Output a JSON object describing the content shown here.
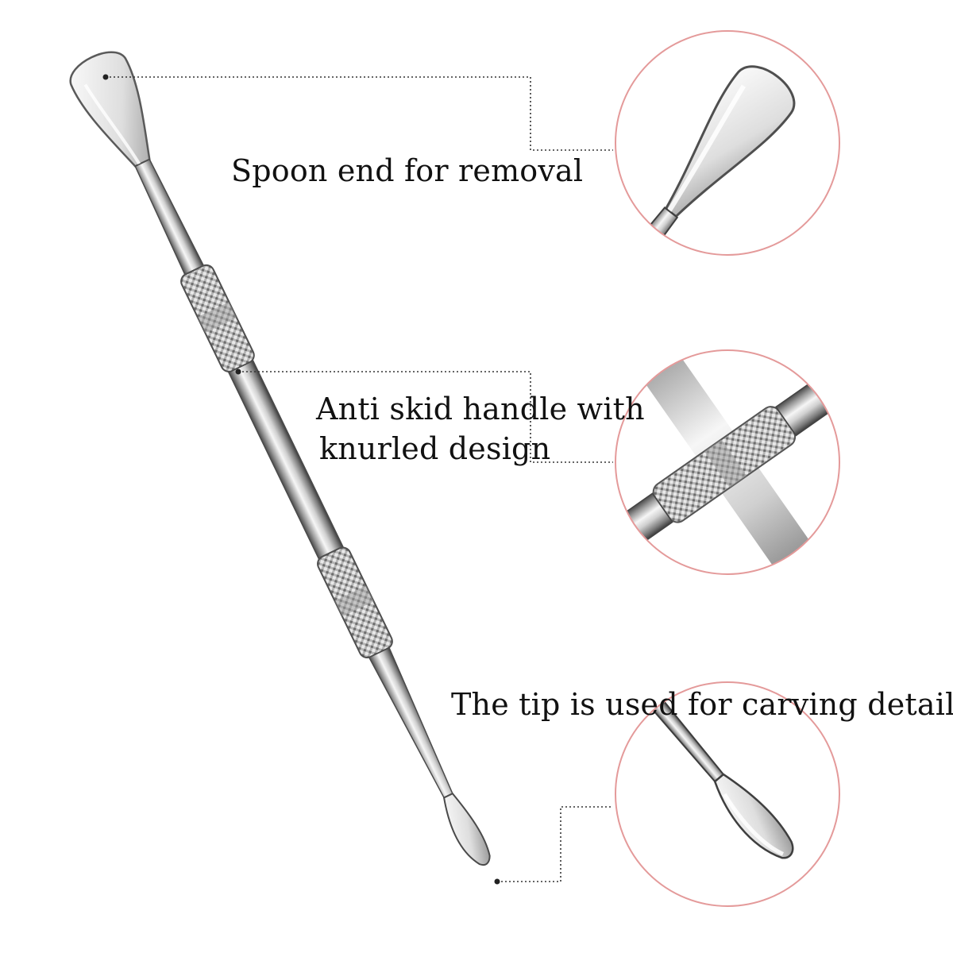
{
  "colors": {
    "background": "#ffffff",
    "circle_outline": "#e49a9a",
    "leader_line": "#333333",
    "steel_light": "#f2f2f2",
    "steel_mid": "#a9a9a9",
    "steel_dark": "#3c3c3c",
    "text": "#111111"
  },
  "product_image": {
    "icon": "wax-carving-tool-illustration"
  },
  "callouts": [
    {
      "text": "Spoon end for removal",
      "zoom_view": "spoon-end-zoom"
    },
    {
      "text_line_1": "Anti skid handle with",
      "text_line_2": "knurled design",
      "zoom_view": "knurled-handle-zoom"
    },
    {
      "text": "The tip is used for carving details",
      "zoom_view": "carving-tip-zoom"
    }
  ]
}
